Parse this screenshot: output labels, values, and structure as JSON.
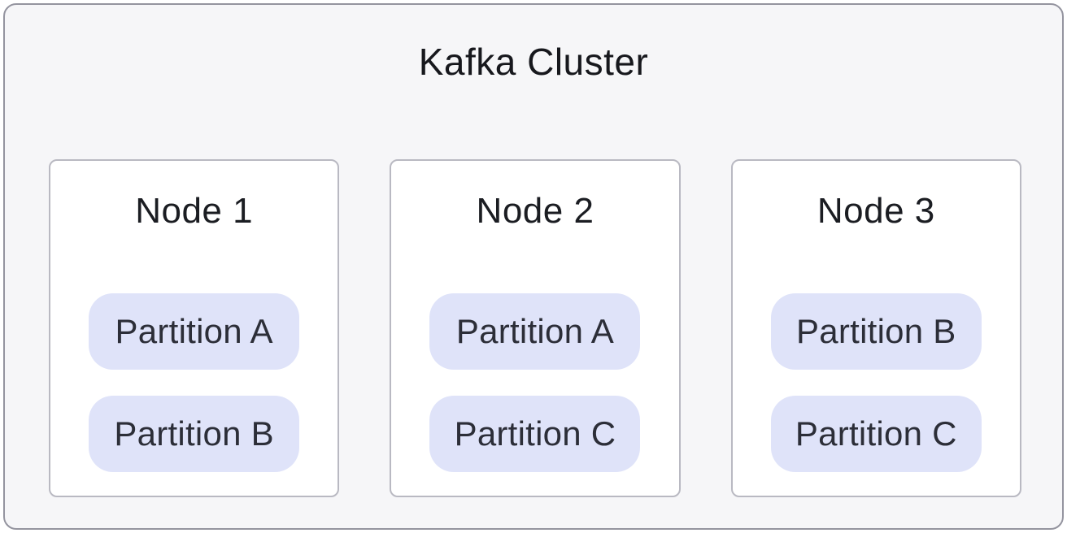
{
  "diagram": {
    "title": "Kafka Cluster",
    "nodes": [
      {
        "title": "Node 1",
        "partitions": [
          "Partition A",
          "Partition B"
        ]
      },
      {
        "title": "Node 2",
        "partitions": [
          "Partition A",
          "Partition C"
        ]
      },
      {
        "title": "Node 3",
        "partitions": [
          "Partition B",
          "Partition C"
        ]
      }
    ],
    "colors": {
      "container_bg": "#f6f6f8",
      "container_border": "#94949f",
      "node_bg": "#ffffff",
      "node_border": "#b9b9c2",
      "partition_bg": "#dfe3f9",
      "title_text": "#17181d",
      "partition_text": "#2c2e38"
    }
  }
}
